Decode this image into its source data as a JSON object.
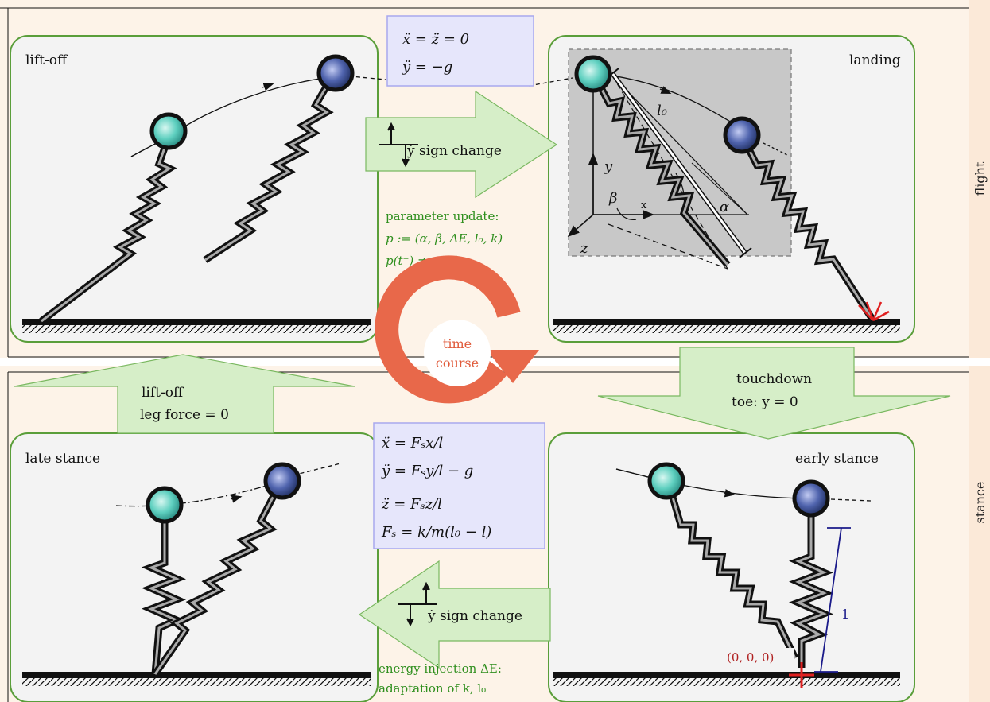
{
  "side_labels": {
    "top": "flight",
    "bottom": "stance"
  },
  "panels": {
    "liftoff": {
      "title": "lift-off"
    },
    "landing": {
      "title": "landing"
    },
    "late_stance": {
      "title": "late stance"
    },
    "early_stance": {
      "title": "early stance"
    }
  },
  "flight_equations": {
    "line1": "ẍ = z̈ = 0",
    "line2": "ÿ = −g"
  },
  "stance_equations": {
    "line1": "ẍ = Fₛx/l",
    "line2": "ÿ = Fₛy/l − g",
    "line3": "z̈ = Fₛz/l",
    "line4": "Fₛ = k/m(l₀ − l)"
  },
  "arrows": {
    "top_sign_change": "ẏ sign change",
    "bottom_sign_change": "ẏ sign change",
    "liftoff_line1": "lift-off",
    "liftoff_line2": "leg force = 0",
    "touchdown_line1": "touchdown",
    "touchdown_line2": "toe: y = 0"
  },
  "parameter_update": {
    "line1": "parameter update:",
    "line2": "p := (α, β, ΔE, l₀, k)",
    "line3": "p(t⁺) ≠ p(t⁻)"
  },
  "energy": {
    "line1": "energy injection ΔE:",
    "line2": "adaptation of k, l₀"
  },
  "cycle": {
    "line1": "time",
    "line2": "course"
  },
  "landing_geometry": {
    "leg_length": "l₀",
    "y_axis": "y",
    "x_axis": "x",
    "z_axis": "z",
    "beta": "β",
    "alpha": "α"
  },
  "early_stance_geometry": {
    "origin": "(0, 0, 0)",
    "unit_length": "1"
  },
  "colors": {
    "band_bg": "#fdf3e8",
    "panel_bg": "#f3f3f3",
    "panel_border": "#5a9e3a",
    "arrow_fill": "#d6eec8",
    "eq_box_bg": "#e6e6fb",
    "eq_box_border": "#a8a8ee",
    "cycle": "#e8684a",
    "mass_light": "#5fd0c0",
    "mass_dark": "#4a5fa8",
    "text_green": "#2f8f1e",
    "marker_red": "#e02020",
    "dim_blue": "#1a1a8a"
  }
}
